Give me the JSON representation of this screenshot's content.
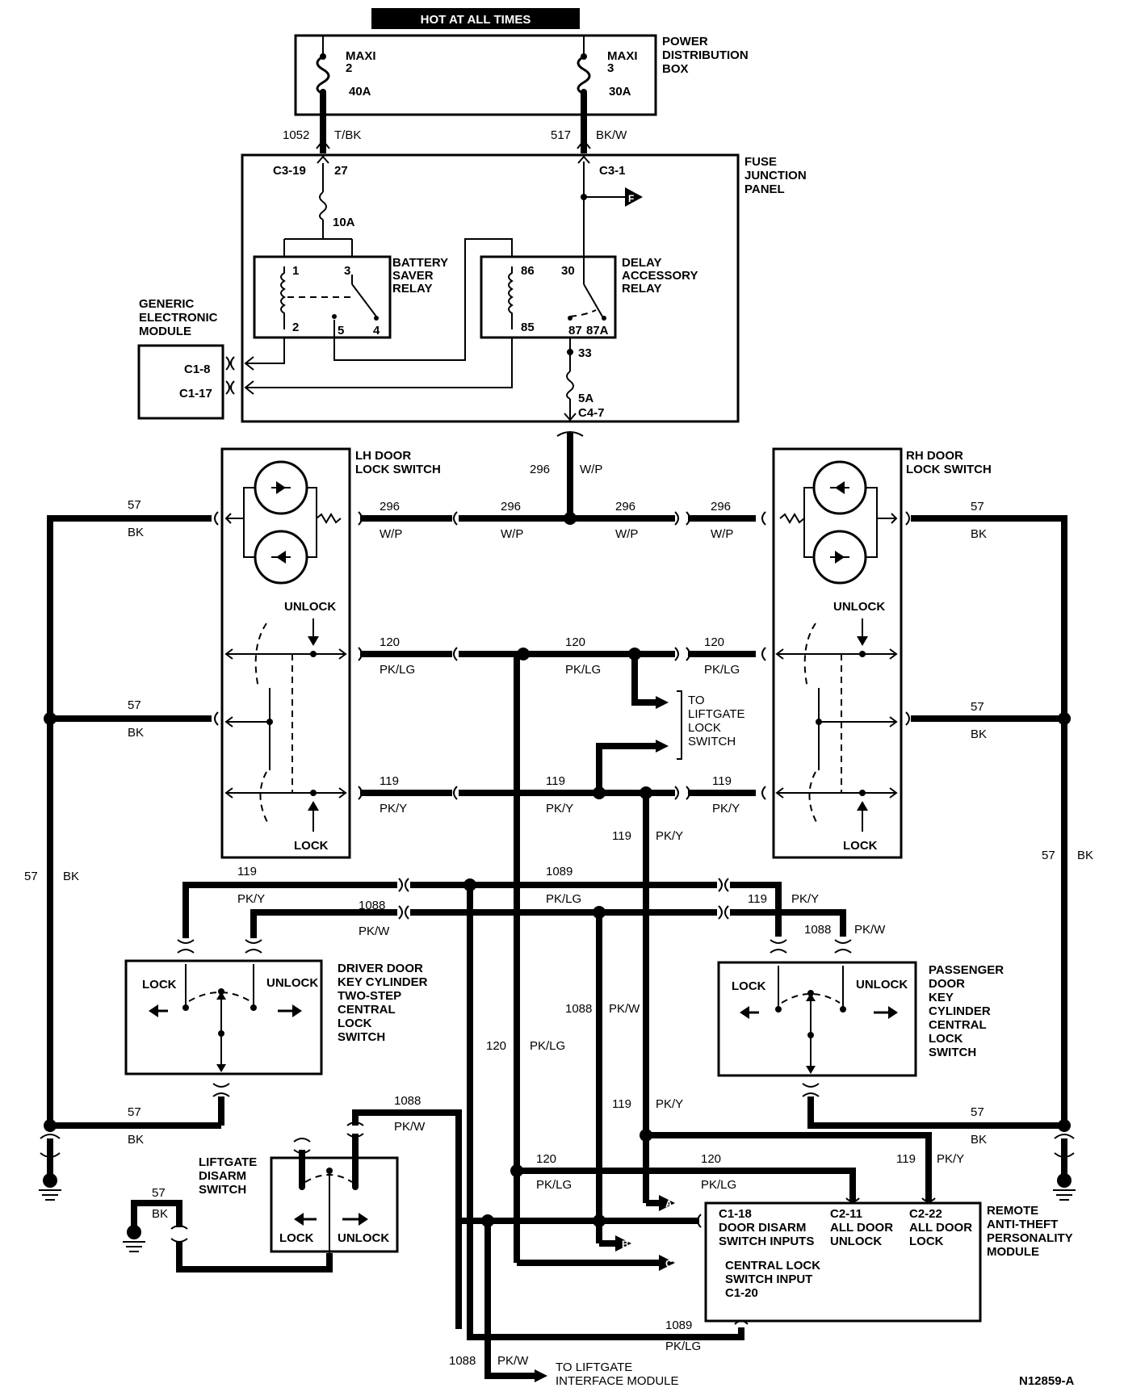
{
  "banner": "HOT AT ALL TIMES",
  "pdb": {
    "title": [
      "POWER",
      "DISTRIBUTION",
      "BOX"
    ],
    "fuse_a": {
      "name": "MAXI",
      "num": "2",
      "rating": "40A"
    },
    "fuse_b": {
      "name": "MAXI",
      "num": "3",
      "rating": "30A"
    }
  },
  "wires_top": [
    {
      "circuit": "1052",
      "color": "T/BK"
    },
    {
      "circuit": "517",
      "color": "BK/W"
    }
  ],
  "fjp": {
    "title": [
      "FUSE",
      "JUNCTION",
      "PANEL"
    ],
    "c_left": "C3-19",
    "pin_left": "27",
    "fuse_left": "10A",
    "c_right": "C3-1",
    "flag": "F",
    "pin_bottom": "33",
    "fuse_bottom": "5A",
    "c_bottom": "C4-7"
  },
  "battery_relay": {
    "title": [
      "BATTERY",
      "SAVER",
      "RELAY"
    ],
    "pins": [
      "1",
      "3",
      "2",
      "5",
      "4"
    ]
  },
  "delay_relay": {
    "title": [
      "DELAY",
      "ACCESSORY",
      "RELAY"
    ],
    "pins": [
      "86",
      "30",
      "85",
      "87",
      "87A"
    ]
  },
  "gem": {
    "title": [
      "GENERIC",
      "ELECTRONIC",
      "MODULE"
    ],
    "c1": "C1-8",
    "c2": "C1-17"
  },
  "lh_switch": {
    "title": [
      "LH DOOR",
      "LOCK SWITCH"
    ],
    "unlock": "UNLOCK",
    "lock": "LOCK"
  },
  "rh_switch": {
    "title": [
      "RH DOOR",
      "LOCK SWITCH"
    ],
    "unlock": "UNLOCK",
    "lock": "LOCK"
  },
  "w296": {
    "circuit": "296",
    "color": "W/P"
  },
  "w120": {
    "circuit": "120",
    "color": "PK/LG"
  },
  "w119": {
    "circuit": "119",
    "color": "PK/Y"
  },
  "w57": {
    "circuit": "57",
    "color": "BK"
  },
  "w1089": {
    "circuit": "1089",
    "color": "PK/LG"
  },
  "w1088": {
    "circuit": "1088",
    "color": "PK/W"
  },
  "liftgate_switch_label": [
    "TO",
    "LIFTGATE",
    "LOCK",
    "SWITCH"
  ],
  "driver_key": {
    "title": [
      "DRIVER DOOR",
      "KEY CYLINDER",
      "TWO-STEP",
      "CENTRAL",
      "LOCK",
      "SWITCH"
    ],
    "lock": "LOCK",
    "unlock": "UNLOCK"
  },
  "pass_key": {
    "title": [
      "PASSENGER",
      "DOOR",
      "KEY",
      "CYLINDER",
      "CENTRAL",
      "LOCK",
      "SWITCH"
    ],
    "lock": "LOCK",
    "unlock": "UNLOCK"
  },
  "liftgate_disarm": {
    "title": [
      "LIFTGATE",
      "DISARM",
      "SWITCH"
    ],
    "lock": "LOCK",
    "unlock": "UNLOCK"
  },
  "ratpm": {
    "title": [
      "REMOTE",
      "ANTI-THEFT",
      "PERSONALITY",
      "MODULE"
    ],
    "c1": [
      "C1-18",
      "DOOR DISARM",
      "SWITCH INPUTS"
    ],
    "c2": [
      "C2-11",
      "ALL DOOR",
      "UNLOCK"
    ],
    "c3": [
      "C2-22",
      "ALL DOOR",
      "LOCK"
    ],
    "c4": [
      "CENTRAL LOCK",
      "SWITCH INPUT",
      "C1-20"
    ]
  },
  "flags": [
    "A",
    "B",
    "C"
  ],
  "liftgate_module_label": [
    "TO LIFTGATE",
    "INTERFACE MODULE"
  ],
  "figure_id": "N12859-A"
}
